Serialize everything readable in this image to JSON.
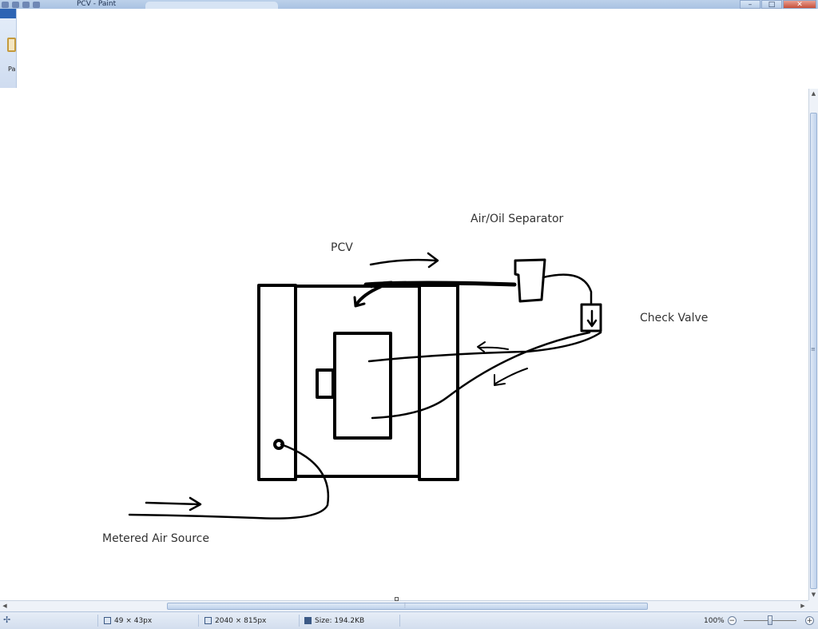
{
  "window": {
    "title": "PCV - Paint",
    "minimize_label": "–",
    "maximize_label": "□",
    "close_label": "✕"
  },
  "ribbon": {
    "paste_label": "Pa"
  },
  "diagram": {
    "labels": {
      "air_oil_separator": "Air/Oil Separator",
      "pcv": "PCV",
      "check_valve": "Check Valve",
      "metered_air_source": "Metered Air Source"
    }
  },
  "statusbar": {
    "selection_size": "49 × 43px",
    "image_size": "2040 × 815px",
    "file_size": "Size: 194.2KB",
    "zoom": "100%",
    "zoom_out_label": "−",
    "zoom_in_label": "+"
  },
  "icons": {
    "move": "move-icon",
    "selection": "selection-size-icon",
    "image": "image-size-icon",
    "disk": "disk-icon"
  }
}
